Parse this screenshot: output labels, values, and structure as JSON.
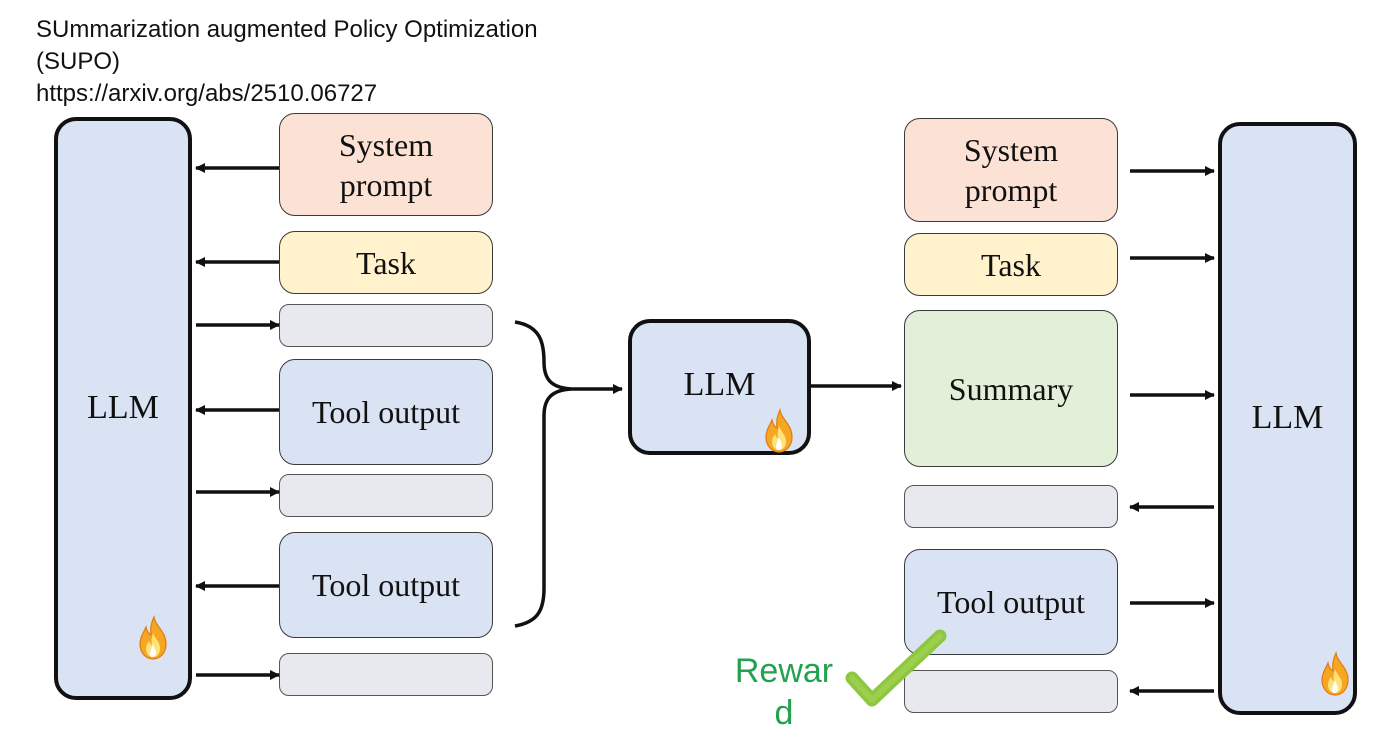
{
  "header": {
    "title_line1": "SUmmarization augmented Policy Optimization",
    "title_line2": "(SUPO)",
    "url": "https://arxiv.org/abs/2510.06727"
  },
  "left": {
    "llm_label": "LLM",
    "system_prompt": "System prompt",
    "task": "Task",
    "tool_output_1": "Tool output",
    "tool_output_2": "Tool output"
  },
  "middle": {
    "llm_label": "LLM"
  },
  "right": {
    "llm_label": "LLM",
    "system_prompt": "System prompt",
    "task": "Task",
    "summary": "Summary",
    "tool_output": "Tool output",
    "reward": "Reward"
  },
  "icons": {
    "trainable": "flame-icon",
    "reward": "checkmark-icon"
  },
  "colors": {
    "llm_fill": "#dae3f3",
    "system_prompt_fill": "#fbe2d5",
    "task_fill": "#fff2cc",
    "summary_fill": "#e2f0d9",
    "tool_output_fill": "#dae3f3",
    "blank_fill": "#e7e9ee",
    "reward_text": "#22a24f",
    "check": "#8dc63f"
  }
}
